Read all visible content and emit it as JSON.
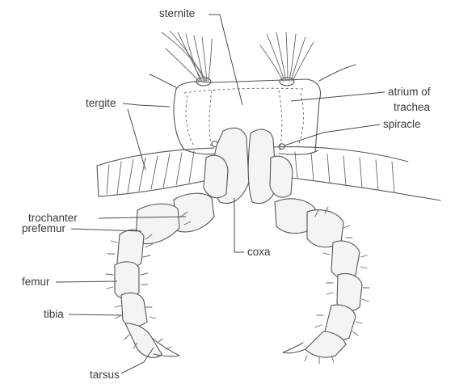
{
  "labels": {
    "sternite": "sternite",
    "atrium_line1": "atrium of",
    "atrium_line2": "trachea",
    "spiracle": "spiracle",
    "tergite": "tergite",
    "trochanter": "trochanter",
    "coxa": "coxa",
    "prefemur": "prefemur",
    "femur": "femur",
    "tibia": "tibia",
    "tarsus": "tarsus"
  }
}
